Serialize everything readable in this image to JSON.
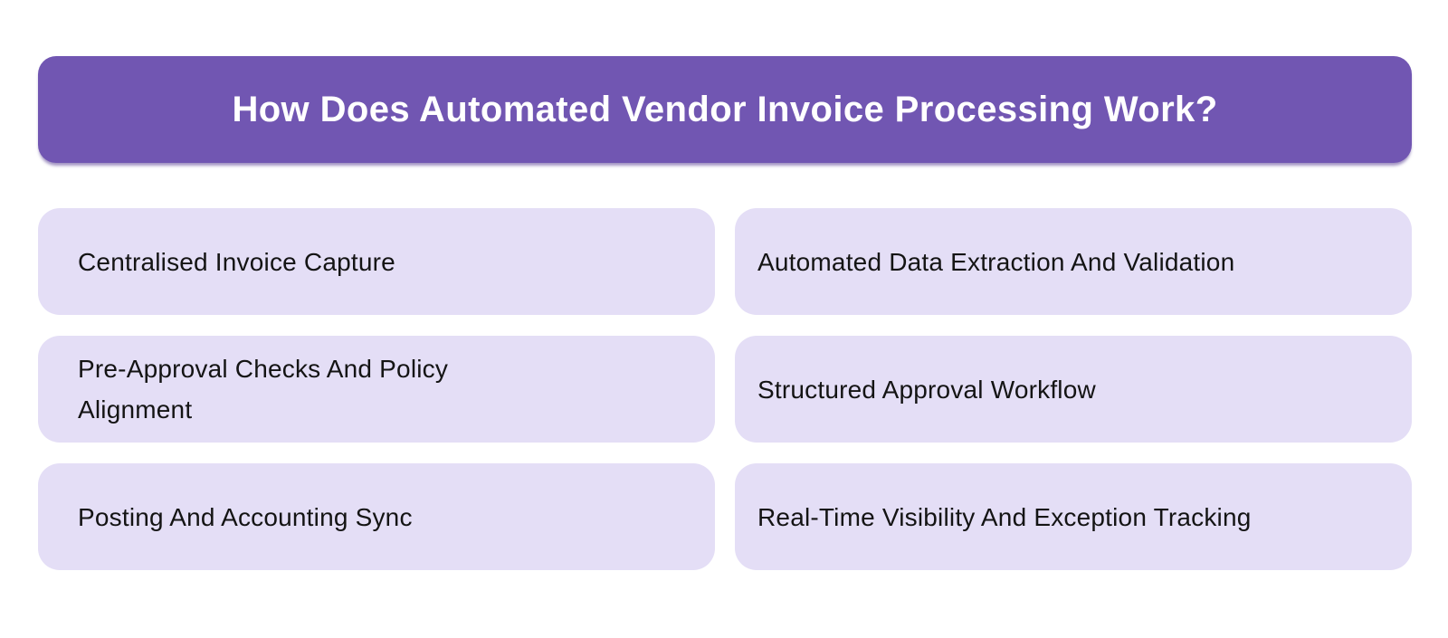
{
  "header": {
    "title": "How Does Automated Vendor Invoice Processing Work?"
  },
  "cards": [
    {
      "label": "Centralised Invoice Capture"
    },
    {
      "label": "Automated Data Extraction And Validation"
    },
    {
      "label": "Pre-Approval Checks And Policy Alignment"
    },
    {
      "label": "Structured Approval Workflow"
    },
    {
      "label": "Posting And Accounting Sync"
    },
    {
      "label": "Real-Time Visibility And Exception Tracking"
    }
  ],
  "theme": {
    "header_bg": "#7156B2",
    "header_text": "#FFFFFF",
    "card_bg": "#E4DEF6",
    "card_text": "#141414",
    "page_bg": "#FFFFFF"
  }
}
